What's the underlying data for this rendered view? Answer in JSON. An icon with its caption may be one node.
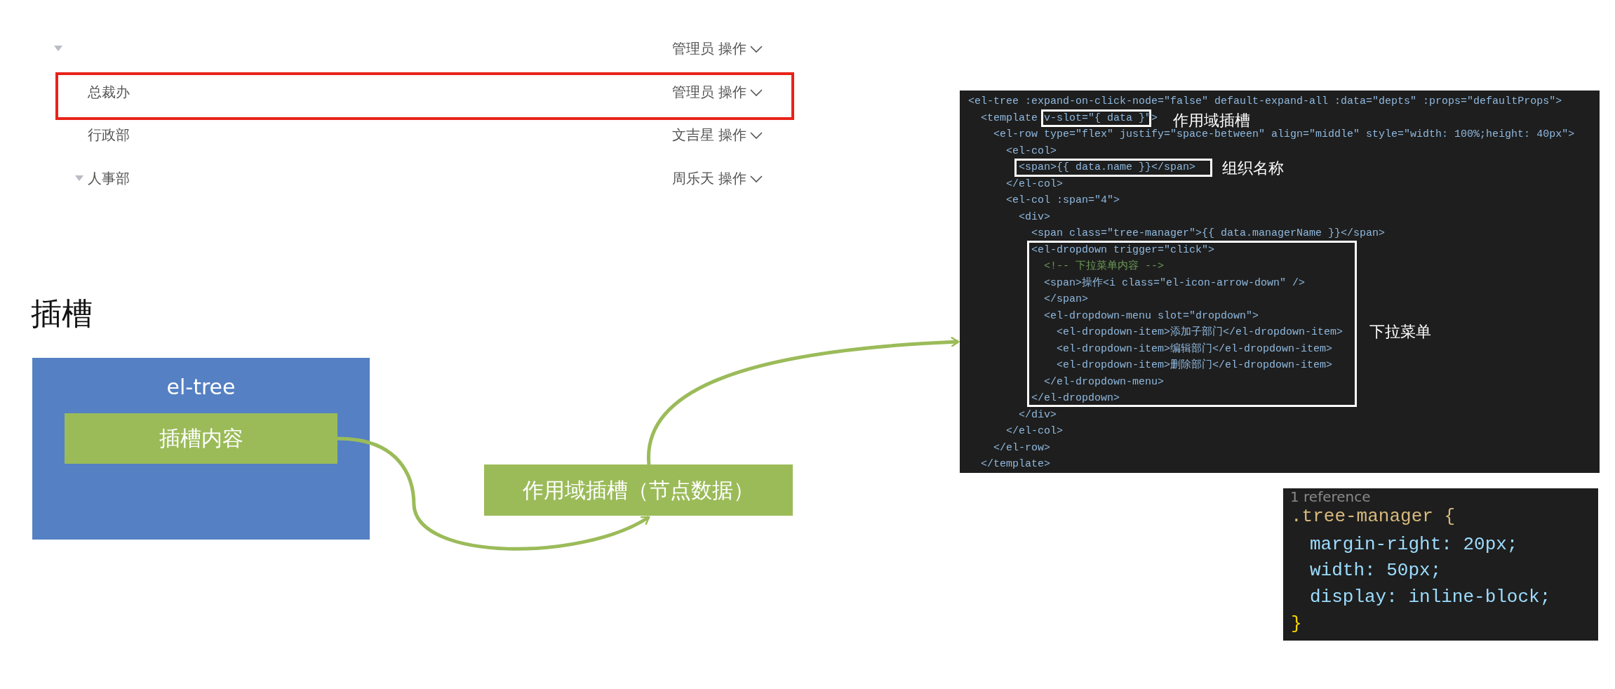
{
  "diagram": {
    "title": "插槽",
    "nodes": [
      {
        "text": [
          "el-tree"
        ]
      },
      {
        "text": [
          "插槽内容"
        ],
        "in": 0
      },
      {
        "text": [
          "作用域插槽（节点数据）"
        ]
      },
      {
        "text": [
          "<el-tree :expand-on-click-node=\"false\" default-expand-all :data=\"depts\" :props=\"defaultProps\">",
          "<template v-slot=\"{ data }\">",
          "<el-row type=\"flex\" justify=\"space-between\" align=\"middle\" style=\"width: 100%;height: 40px\">",
          "<el-col>",
          "<span>{{ data.name }}</span>",
          "</el-col>",
          "<el-col :span=\"4\">",
          "<div>",
          "<span class=\"tree-manager\">{{ data.managerName }}</span>",
          "<el-dropdown trigger=\"click\">",
          "<!-- 下拉菜单内容 -->",
          "<span>操作<i class=\"el-icon-arrow-down\" />",
          "</span>",
          "<el-dropdown-menu slot=\"dropdown\">",
          "<el-dropdown-item>添加子部门</el-dropdown-item>",
          "<el-dropdown-item>编辑部门</el-dropdown-item>",
          "<el-dropdown-item>删除部门</el-dropdown-item>",
          "</el-dropdown-menu>",
          "</el-dropdown>",
          "</div>",
          "</el-col>",
          "</el-row>",
          "</template>"
        ]
      },
      {
        "text": [
          "1 reference",
          ".tree-manager {",
          "margin-right: 20px;",
          "width: 50px;",
          "display: inline-block;",
          "}"
        ]
      }
    ],
    "edges": [
      {
        "from": 1,
        "to": 2,
        "arrow": "to"
      },
      {
        "from": 2,
        "to": 3,
        "arrow": "to"
      }
    ],
    "labels": [
      "管理员 操作",
      "总裁办",
      "管理员 操作",
      "行政部",
      "文吉星 操作",
      "人事部",
      "周乐天 操作",
      "作用域插槽",
      "组织名称",
      "下拉菜单"
    ]
  }
}
